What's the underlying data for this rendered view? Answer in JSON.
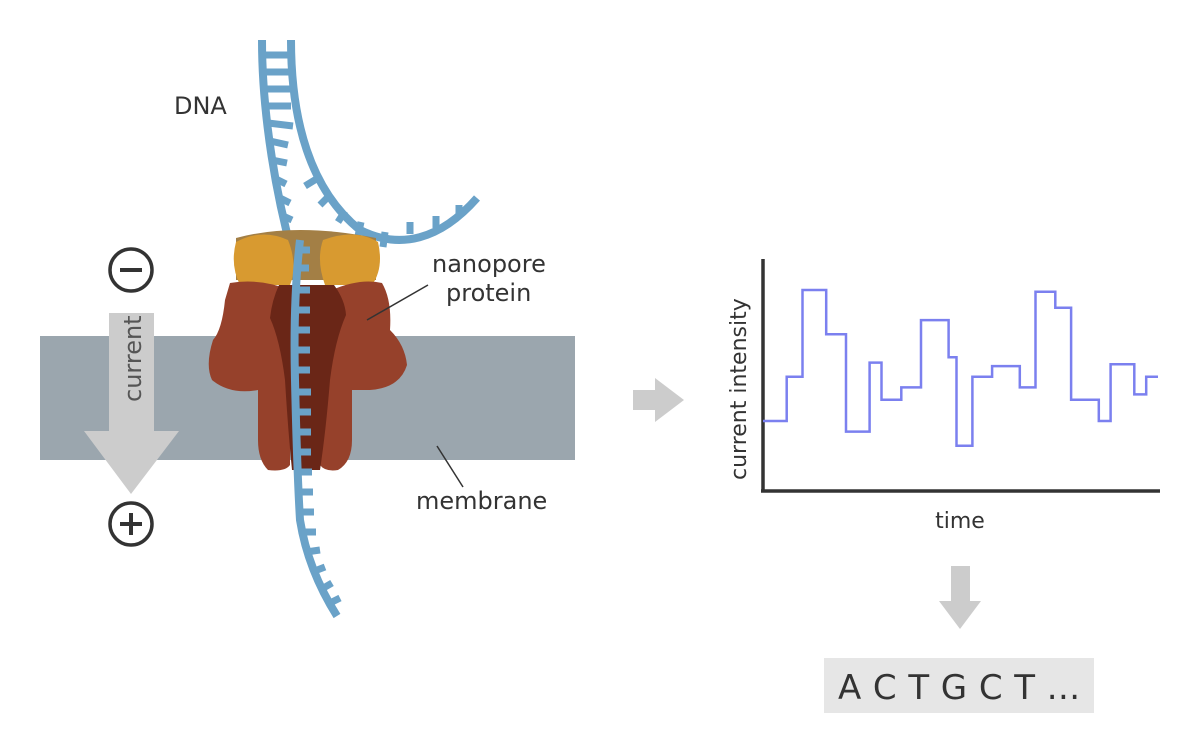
{
  "labels": {
    "dna": "DNA",
    "nanopore_line1": "nanopore",
    "nanopore_line2": "protein",
    "membrane": "membrane",
    "current": "current",
    "negative_terminal": "−",
    "positive_terminal": "+",
    "sequence": "A C T G C T ..."
  },
  "colors": {
    "dna": "#6aa2c8",
    "membrane": "#9ba6ae",
    "protein_outer": "#96412b",
    "protein_inner": "#6a2617",
    "protein_cap": "#d89a30",
    "protein_cap_top": "#a37f45",
    "arrow": "#cccccc",
    "signal": "#7b80ef",
    "axis": "#333333",
    "sequence_bg": "#e6e6e6"
  },
  "chart_data": {
    "type": "line",
    "style": "step",
    "title": "",
    "xlabel": "time",
    "ylabel": "current intensity",
    "grid": false,
    "ticks": false,
    "xlim": [
      0,
      100
    ],
    "ylim": [
      0,
      100
    ],
    "x": [
      0,
      6,
      10,
      16,
      21,
      27,
      30,
      35,
      40,
      47,
      49,
      53,
      58,
      65,
      69,
      74,
      78,
      85,
      88,
      94,
      97,
      100
    ],
    "values": [
      26,
      51,
      100,
      75,
      20,
      59,
      38,
      45,
      83,
      62,
      12,
      51,
      57,
      45,
      99,
      90,
      38,
      26,
      58,
      41,
      51
    ]
  }
}
